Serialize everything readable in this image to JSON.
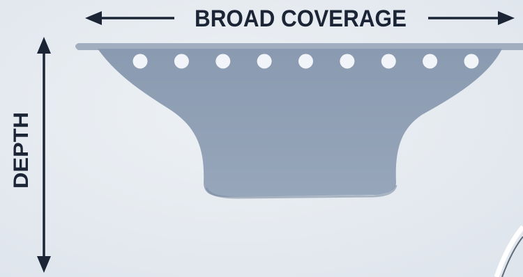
{
  "diagram": {
    "horizontal_label": "BROAD COVERAGE",
    "vertical_label": "DEPTH",
    "hole_count": 9,
    "colors": {
      "background": "#e6ebf0",
      "ink": "#1b2536",
      "funnel_fill": "#8f9fb4",
      "funnel_rim": "#9fadc0",
      "hole": "#f1f4f8"
    }
  }
}
